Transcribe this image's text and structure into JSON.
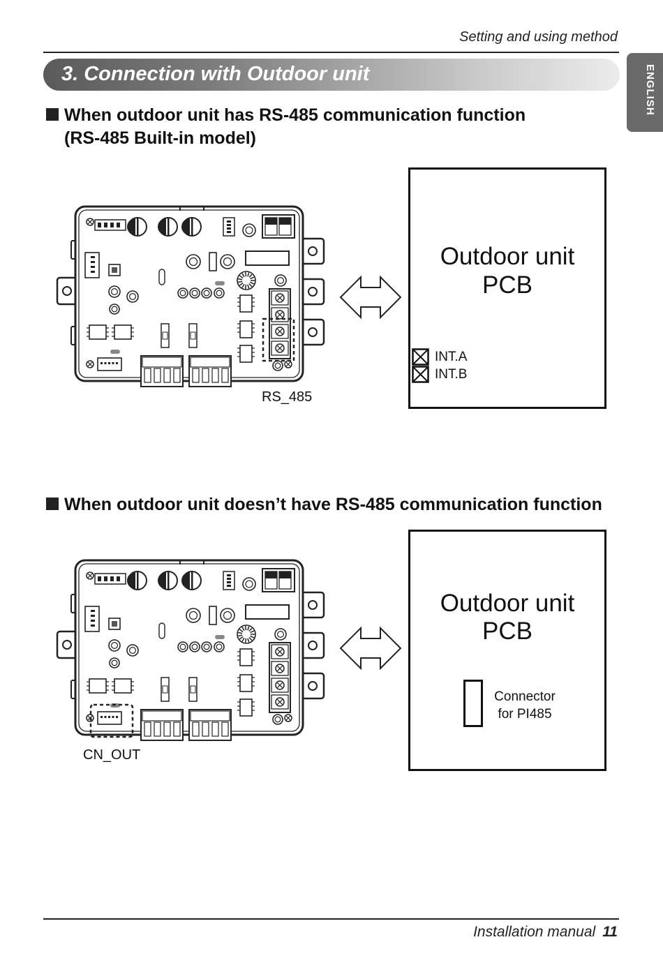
{
  "header": {
    "running_title": "Setting and using method"
  },
  "side_tab": {
    "language": "ENGLISH"
  },
  "section": {
    "title": "3. Connection with Outdoor unit"
  },
  "case1": {
    "heading_line1": "When outdoor unit has RS-485 communication function",
    "heading_line2": "(RS-485 Built-in model)",
    "board_label": "RS_485",
    "outdoor_title_line1": "Outdoor unit",
    "outdoor_title_line2": "PCB",
    "terminal_a": "INT.A",
    "terminal_b": "INT.B"
  },
  "case2": {
    "heading": "When outdoor unit doesn’t have RS-485 communication function",
    "board_label": "CN_OUT",
    "outdoor_title_line1": "Outdoor unit",
    "outdoor_title_line2": "PCB",
    "connector_line1": "Connector",
    "connector_line2": "for PI485"
  },
  "footer": {
    "manual": "Installation manual",
    "page_number": "11"
  }
}
